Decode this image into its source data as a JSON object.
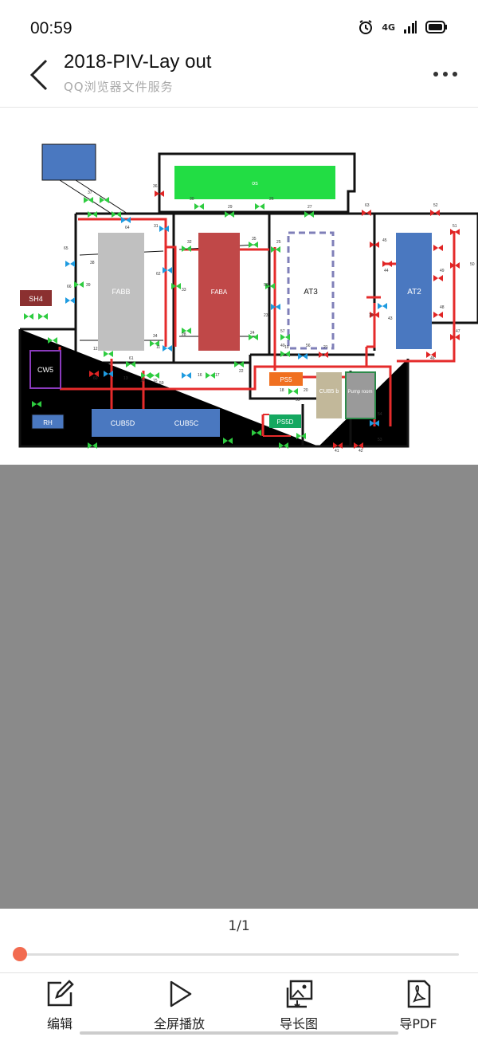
{
  "status_bar": {
    "time": "00:59",
    "network": "4G"
  },
  "header": {
    "title": "2018-PIV-Lay out",
    "subtitle": "QQ浏览器文件服务"
  },
  "diagram": {
    "rooms": {
      "os": "os",
      "fabb": "FABB",
      "faba": "FABA",
      "at3": "AT3",
      "at2": "AT2",
      "sh4": "SH4",
      "cw5": "CW5",
      "rh": "RH",
      "cub5d": "CUB5D",
      "cub5c": "CUB5C",
      "ps5": "PS5",
      "cub5b": "CUB5 b",
      "pump_room": "Pump room",
      "ps5d": "PS5D"
    },
    "valve_numbers": [
      "37",
      "36",
      "30",
      "29",
      "26",
      "27",
      "63",
      "52",
      "51",
      "50",
      "64",
      "31",
      "32",
      "35",
      "25",
      "45",
      "44",
      "49",
      "48",
      "47",
      "46",
      "65",
      "38",
      "62",
      "66",
      "39",
      "33",
      "34",
      "28",
      "24",
      "58",
      "23",
      "57",
      "56",
      "43",
      "10",
      "12",
      "61",
      "11",
      "60",
      "13",
      "14",
      "15",
      "59",
      "16",
      "17",
      "22",
      "40",
      "21",
      "19",
      "18",
      "20",
      "55",
      "54",
      "53",
      "41",
      "42"
    ]
  },
  "pager": {
    "page": "1/1"
  },
  "toolbar": {
    "edit": "编辑",
    "fullscreen": "全屏播放",
    "long_image": "导长图",
    "pdf": "导PDF"
  },
  "colors": {
    "accent": "#f26b50",
    "pipe": "#e52b2b",
    "valve_green": "#2ecc40",
    "valve_blue": "#1e9be0",
    "valve_red": "#e02424"
  }
}
